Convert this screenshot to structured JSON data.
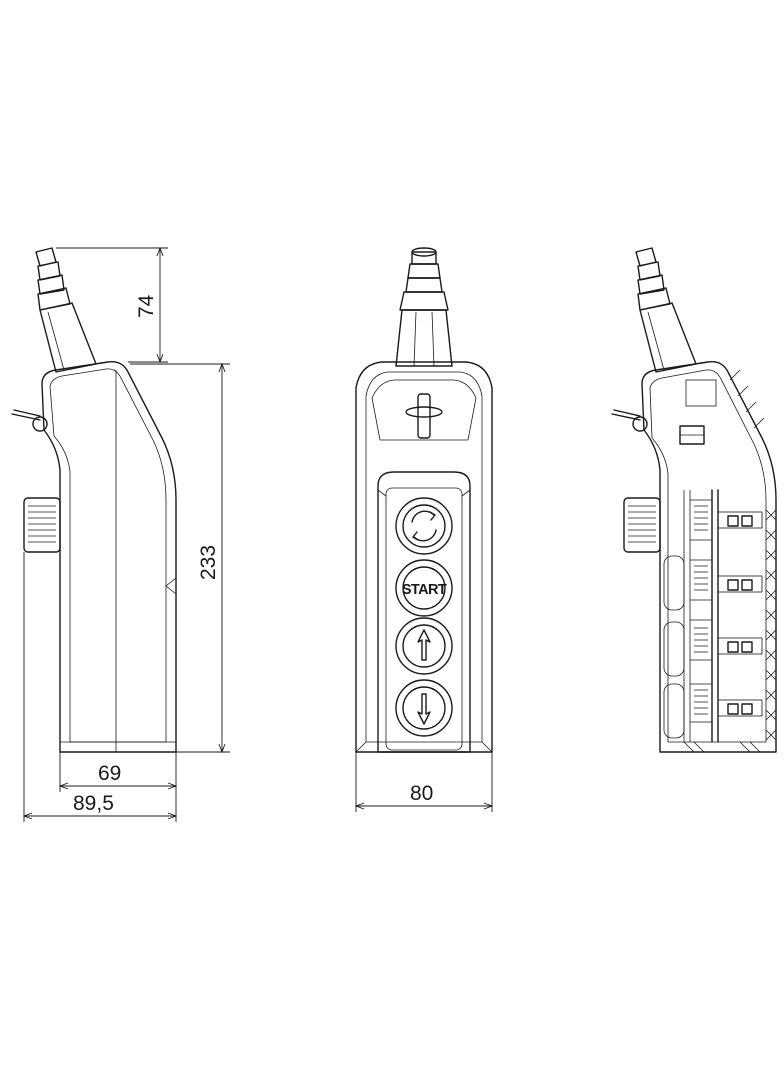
{
  "dimensions": {
    "cable_gland_height": "74",
    "body_height": "233",
    "body_depth": "69",
    "overall_depth": "89,5",
    "front_width": "80"
  },
  "buttons": [
    {
      "icon": "rotate-reset-icon",
      "label": ""
    },
    {
      "icon": "",
      "label": "START"
    },
    {
      "icon": "arrow-up-icon",
      "label": ""
    },
    {
      "icon": "arrow-down-icon",
      "label": ""
    }
  ]
}
